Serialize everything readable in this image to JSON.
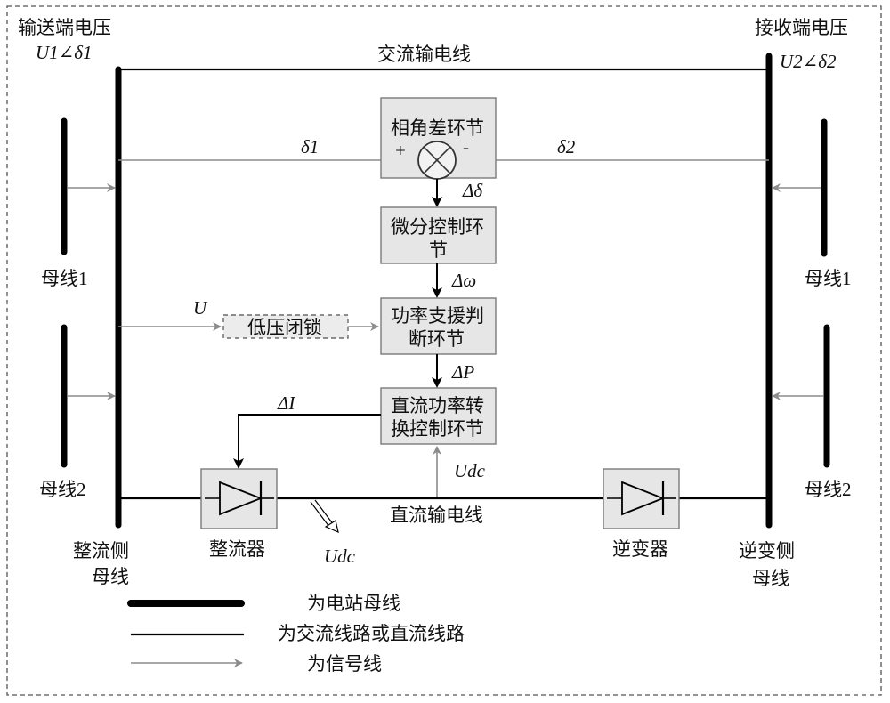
{
  "labels": {
    "send_voltage": "输送端电压",
    "send_symbol": "U1∠δ1",
    "recv_voltage": "接收端电压",
    "recv_symbol": "U2∠δ2",
    "ac_line": "交流输电线",
    "dc_line": "直流输电线",
    "delta1": "δ1",
    "delta2": "δ2",
    "plus": "+",
    "minus": "-",
    "d_delta": "Δδ",
    "d_omega": "Δω",
    "d_p": "ΔP",
    "d_i": "ΔI",
    "u": "U",
    "udc": "Udc",
    "udc_low": "Udc",
    "bus1_left": "母线1",
    "bus2_left": "母线2",
    "bus1_right": "母线1",
    "bus2_right": "母线2",
    "rect_bus_1": "整流侧",
    "rect_bus_2": "母线",
    "inv_bus_1": "逆变侧",
    "inv_bus_2": "母线",
    "rectifier": "整流器",
    "inverter": "逆变器"
  },
  "blocks": {
    "phase_diff": "相角差环节",
    "diff_ctrl_1": "微分控制环",
    "diff_ctrl_2": "节",
    "power_support_1": "功率支援判",
    "power_support_2": "断环节",
    "dc_power_1": "直流功率转",
    "dc_power_2": "换控制环节",
    "low_voltage_lock": "低压闭锁"
  },
  "legend": {
    "station_bus": "为电站母线",
    "ac_dc_line": "为交流线路或直流线路",
    "signal_line": "为信号线"
  }
}
